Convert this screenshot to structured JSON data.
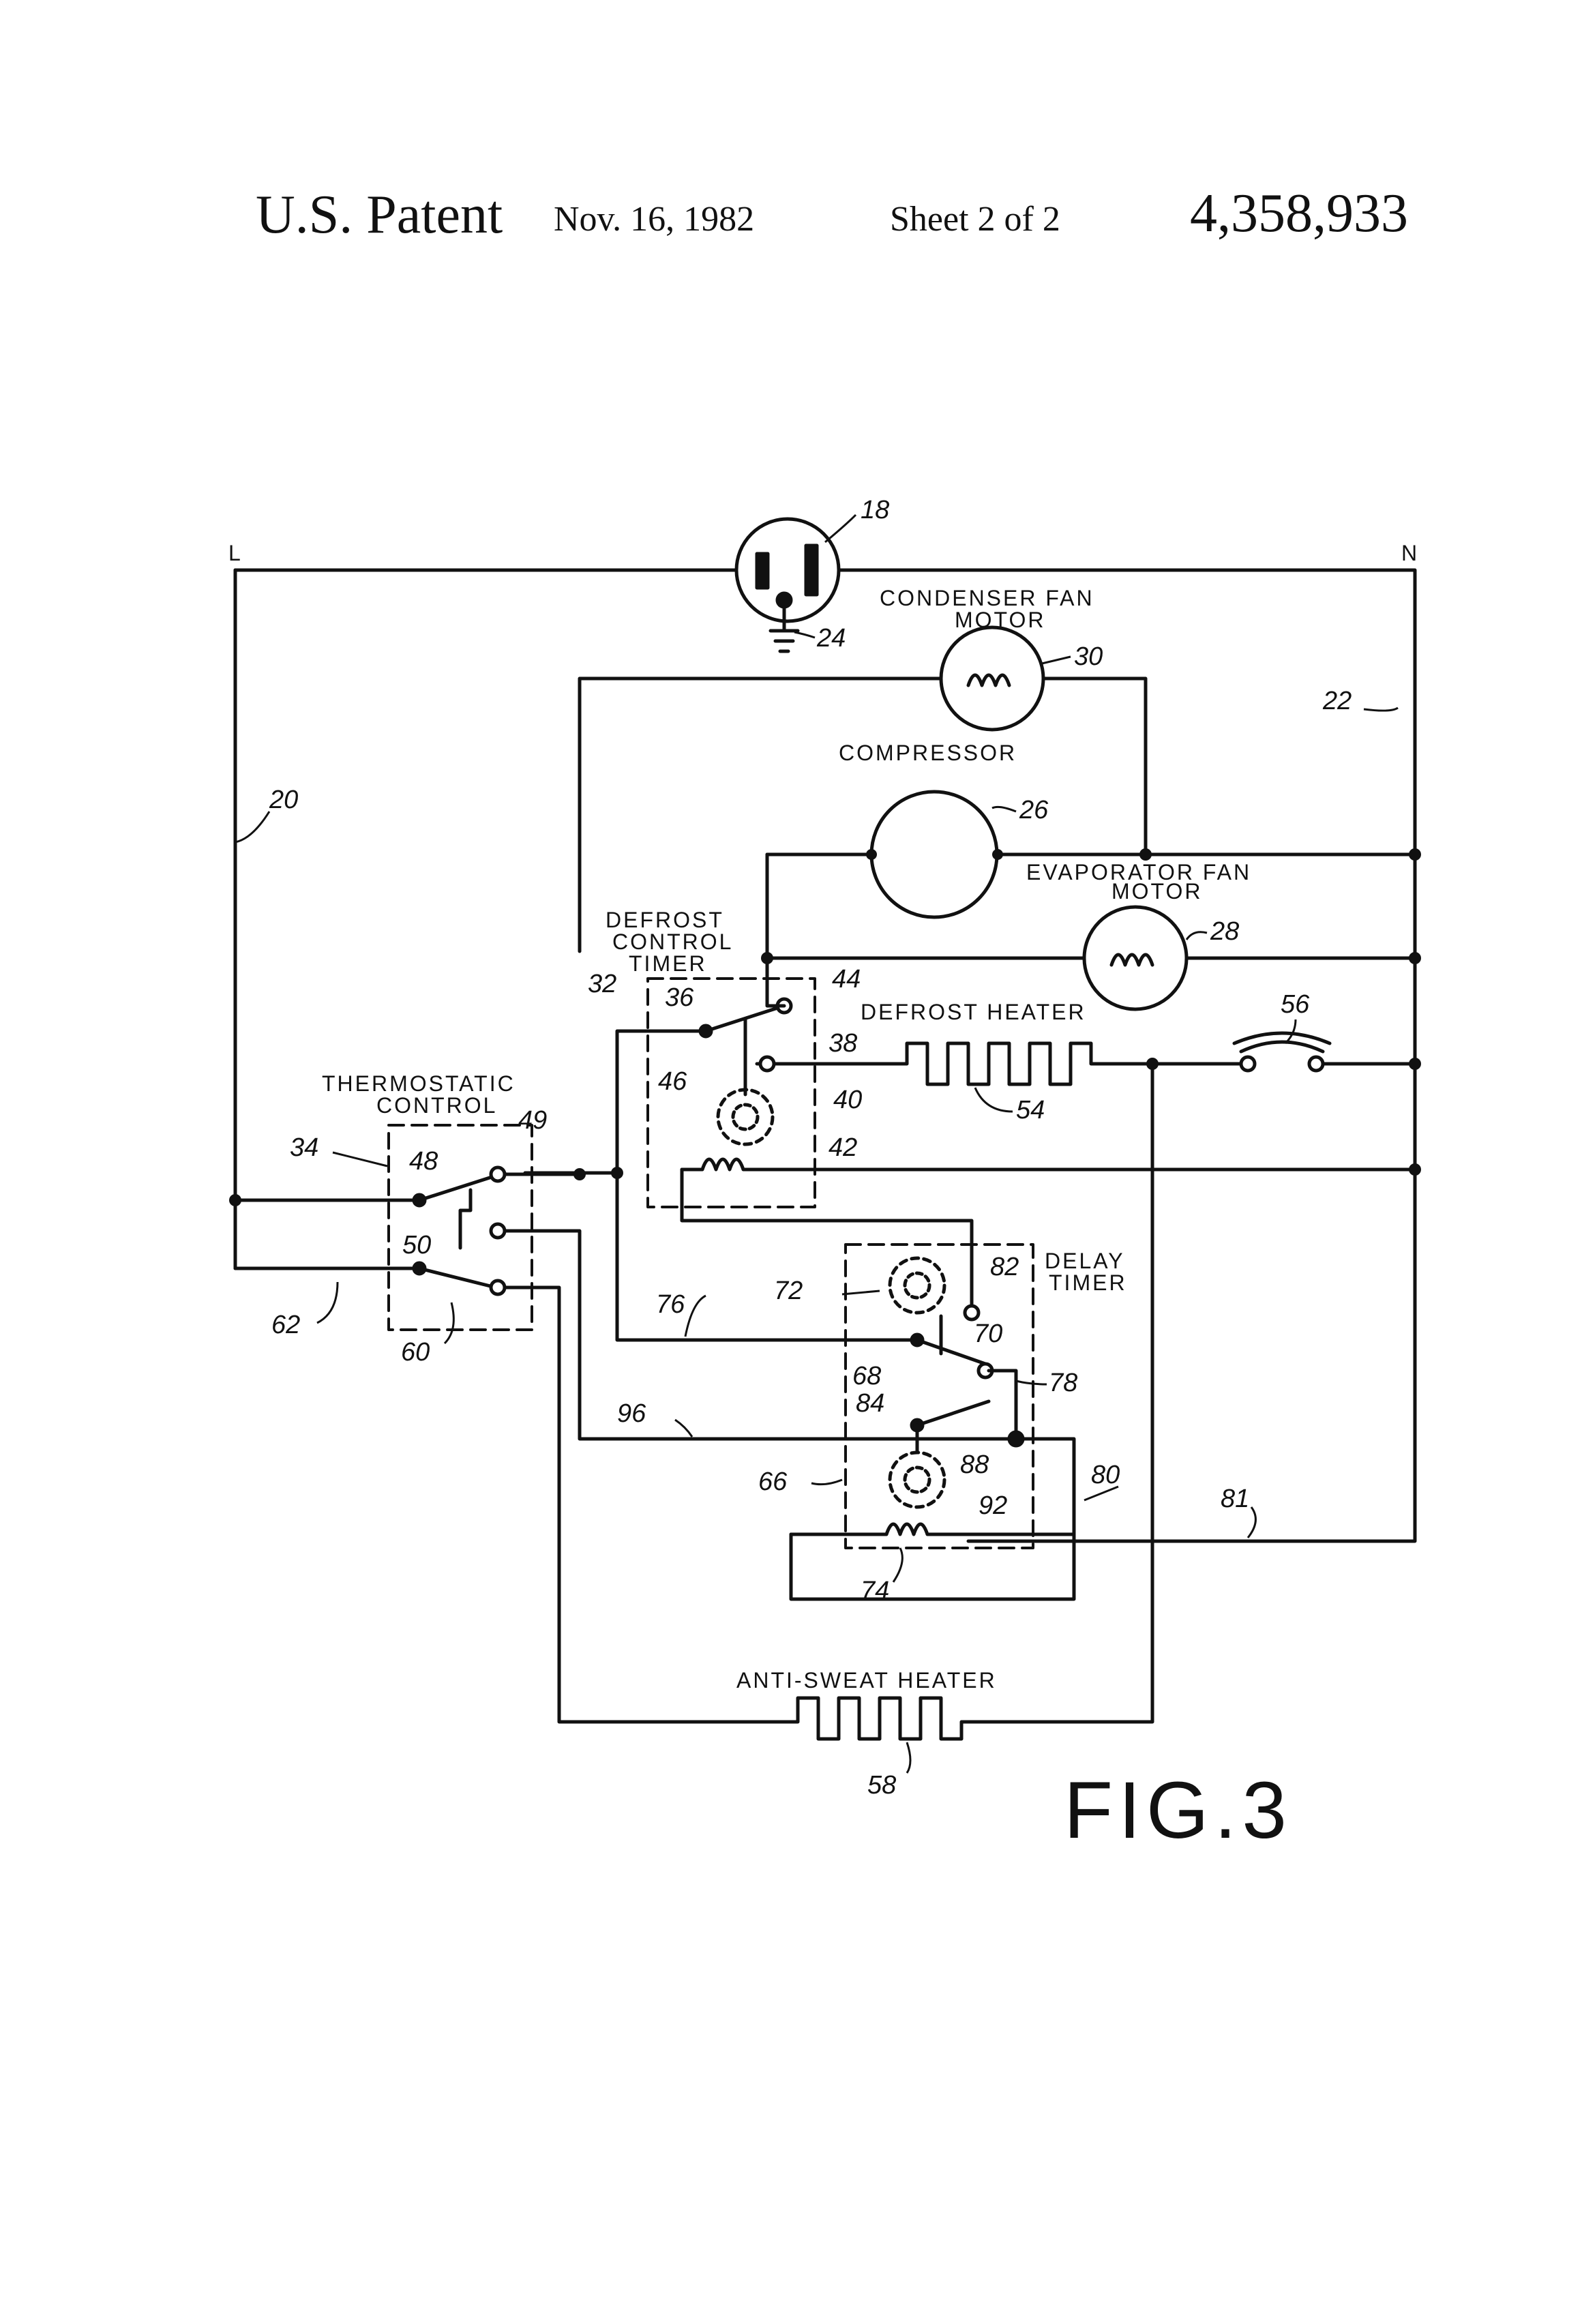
{
  "header": {
    "title": "U.S. Patent",
    "date": "Nov. 16, 1982",
    "sheet": "Sheet 2 of 2",
    "patent_number": "4,358,933"
  },
  "figure": {
    "label": "FIG.3"
  },
  "terminals": {
    "line": "L",
    "neutral": "N"
  },
  "components": {
    "condenser_fan_motor_1": "CONDENSER FAN",
    "condenser_fan_motor_2": "MOTOR",
    "compressor": "COMPRESSOR",
    "evaporator_fan_motor_1": "EVAPORATOR FAN",
    "evaporator_fan_motor_2": "MOTOR",
    "defrost_control_timer_1": "DEFROST",
    "defrost_control_timer_2": "CONTROL",
    "defrost_control_timer_3": "TIMER",
    "defrost_heater": "DEFROST HEATER",
    "thermostatic_control_1": "THERMOSTATIC",
    "thermostatic_control_2": "CONTROL",
    "delay_timer_1": "DELAY",
    "delay_timer_2": "TIMER",
    "anti_sweat_heater": "ANTI-SWEAT HEATER"
  },
  "refs": {
    "r18": "18",
    "r20": "20",
    "r22": "22",
    "r24": "24",
    "r26": "26",
    "r28": "28",
    "r30": "30",
    "r32": "32",
    "r34": "34",
    "r36": "36",
    "r38": "38",
    "r40": "40",
    "r42": "42",
    "r44": "44",
    "r46": "46",
    "r48": "48",
    "r49": "49",
    "r50": "50",
    "r54": "54",
    "r56": "56",
    "r58": "58",
    "r60": "60",
    "r62": "62",
    "r66": "66",
    "r68": "68",
    "r70": "70",
    "r72": "72",
    "r74": "74",
    "r76": "76",
    "r78": "78",
    "r80": "80",
    "r81": "81",
    "r82": "82",
    "r84": "84",
    "r88": "88",
    "r92": "92",
    "r96": "96"
  }
}
